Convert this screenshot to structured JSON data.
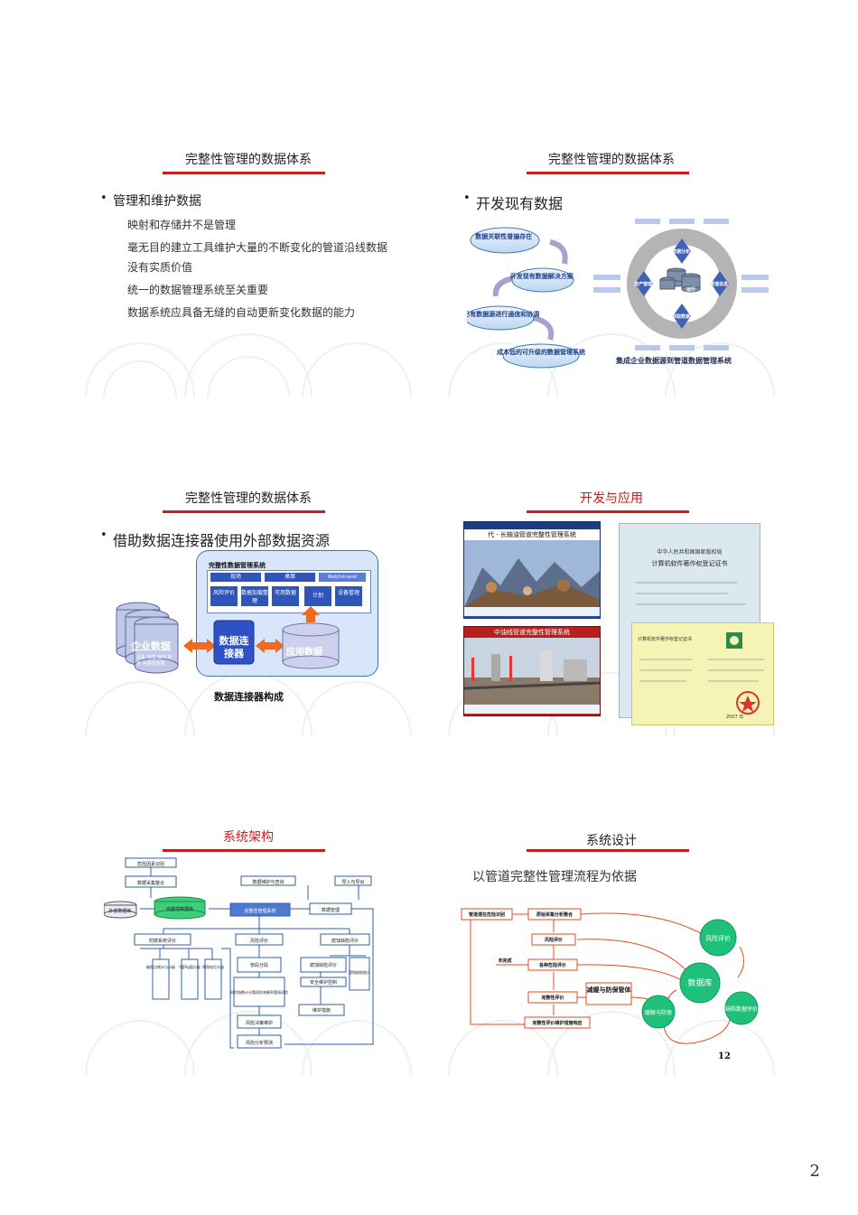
{
  "page_number": "2",
  "slide1": {
    "title": "完整性管理的数据体系",
    "bullet": "管理和维护数据",
    "items": [
      "映射和存储并不是管理",
      "毫无目的建立工具维护大量的不断变化的管道沿线数据",
      "没有实质价值",
      "统一的数据管理系统至关重要",
      "数据系统应具备无缝的自动更新变化数据的能力"
    ]
  },
  "slide2": {
    "title": "完整性管理的数据体系",
    "bullet": "开发现有数据",
    "bubbles": [
      "数据关联性普遍存在",
      "开发现有数据解决方案",
      "与已有数据源进行通信和协调",
      "成本低的可升级的数据管理系统"
    ],
    "ring_labels": [
      "数据分析",
      "资产管理",
      "管道信息",
      "获取数据",
      "运行"
    ],
    "caption": "集成企业数据源到管道数据管理系统"
  },
  "slide3": {
    "title": "完整性管理的数据体系",
    "bullet": "借助数据连接器使用外部数据资源",
    "system_title": "完整性数据管理系统",
    "tabs": [
      "现场",
      "桌面",
      "Web/Intranet"
    ],
    "modules": [
      "风险评价",
      "数据加载整理",
      "可用数据",
      "计划",
      "设备管理"
    ],
    "enterprise": "企业数据",
    "enterprise_sub": "设备 地理 操作 财务 完整性数据",
    "connector": "数据连接器",
    "app_data": "应用数据",
    "caption": "数据连接器构成"
  },
  "slide4": {
    "title": "开发与应用",
    "screen1_title": "代 · 长输油管道完整性管理系统",
    "screen2_title": "中油线管道完整性管理系统",
    "cert1_title": "中华人民共和国国家版权局",
    "cert1_sub": "计算机软件著作权登记证书",
    "cert2_title": "计算机软件著作权登记证书",
    "cert2_year": "2007 年"
  },
  "slide5": {
    "title": "系统架构",
    "nodes": [
      "危险因素识别",
      "数据采集整合",
      "外部数据库",
      "完整性数据库",
      "完整性管理系统",
      "数据维护与查询",
      "导入与导出",
      "数据管理",
      "防腐系统评价",
      "风险评价",
      "腐蚀缺陷评价",
      "破损点统计与分级",
      "Y管Rg值分级",
      "阴保电位分级",
      "管段分段",
      "风险指数计分管段失效概率管段风险",
      "腐蚀缺陷评价",
      "安全维护控制",
      "维护措施",
      "腐蚀缺陷统计",
      "风险决策维护",
      "风险分析预测"
    ]
  },
  "slide6": {
    "title": "系统设计",
    "subtitle": "以管道完整性管理流程为依据",
    "boxes": [
      "管道潜在危险识别",
      "原始采集分析整合",
      "风险评价",
      "各种危险评价",
      "完整性评价",
      "完整性评价维护措施响应",
      "减缓与防保管体"
    ],
    "label_uncomplete": "未完成",
    "circles": [
      "风险评价",
      "数据库",
      "缓解与防保",
      "缺陷数据评价"
    ],
    "page": "12"
  }
}
